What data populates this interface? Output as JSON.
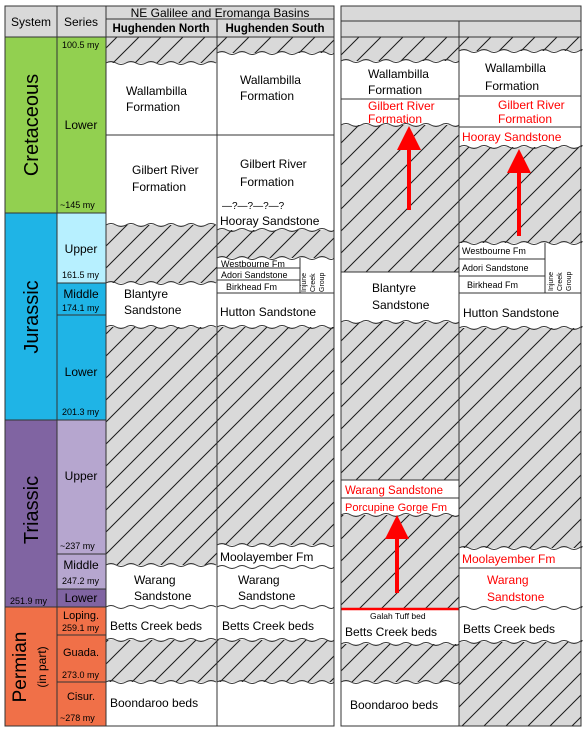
{
  "header": {
    "system": "System",
    "series": "Series",
    "basins": "NE Galilee and Eromanga Basins",
    "north": "Hughenden North",
    "south": "Hughenden South"
  },
  "systems": [
    {
      "key": "cretaceous",
      "label": "Cretaceous",
      "color": "#92d050"
    },
    {
      "key": "jurassic",
      "label": "Jurassic",
      "color": "#1fb4e6"
    },
    {
      "key": "triassic",
      "label": "Triassic",
      "color": "#8064a2"
    },
    {
      "key": "permian",
      "label": "Permian",
      "sub": "(in part)",
      "color": "#f07048"
    }
  ],
  "series": [
    {
      "key": "lower-cretaceous",
      "label": "Lower",
      "color": "#92d050"
    },
    {
      "key": "upper-jurassic",
      "label": "Upper",
      "color": "#b7f0ff"
    },
    {
      "key": "middle-jurassic",
      "label": "Middle",
      "color": "#1fb4e6"
    },
    {
      "key": "lower-jurassic",
      "label": "Lower",
      "color": "#1fb4e6"
    },
    {
      "key": "upper-triassic",
      "label": "Upper",
      "color": "#b6a6cf"
    },
    {
      "key": "middle-triassic",
      "label": "Middle",
      "color": "#b6a6cf"
    },
    {
      "key": "lower-triassic",
      "label": "Lower",
      "color": "#8064a2"
    },
    {
      "key": "lopingian",
      "label": "Loping.",
      "color": "#f07048"
    },
    {
      "key": "guadalupian",
      "label": "Guada.",
      "color": "#f07048"
    },
    {
      "key": "cisuralian",
      "label": "Cisur.",
      "color": "#f07048"
    }
  ],
  "ages": {
    "a100": "100.5 my",
    "a145": "~145 my",
    "a161": "161.5 my",
    "a174": "174.1 my",
    "a201": "201.3 my",
    "a237": "~237 my",
    "a247": "247.2 my",
    "a251": "251.9 my",
    "a259": "259.1 my",
    "a273": "273.0 my",
    "a278": "~278 my"
  },
  "formations": {
    "wallambilla": "Wallambilla",
    "formation": "Formation",
    "gilbert_river": "Gilbert River",
    "hooray": "Hooray Sandstone",
    "westbourne": "Westbourne Fm",
    "adori": "Adori Sandstone",
    "birkhead": "Birkhead Fm",
    "injune": "Injune",
    "creek": "Creek",
    "group": "Group",
    "blantyre": "Blantyre",
    "sandstone": "Sandstone",
    "hutton": "Hutton Sandstone",
    "moolayember": "Moolayember Fm",
    "warang": "Warang",
    "warang_sandstone": "Warang Sandstone",
    "porcupine": "Porcupine Gorge Fm",
    "betts": "Betts Creek beds",
    "galah": "Galah Tuff bed",
    "boondaroo": "Boondaroo beds",
    "uncertain": "—?—?—?—?"
  },
  "colors": {
    "header_gray": "#d9d9d9",
    "hatch_gray": "#d9d9d9",
    "border": "#333333",
    "highlight_red": "#ff0000"
  }
}
